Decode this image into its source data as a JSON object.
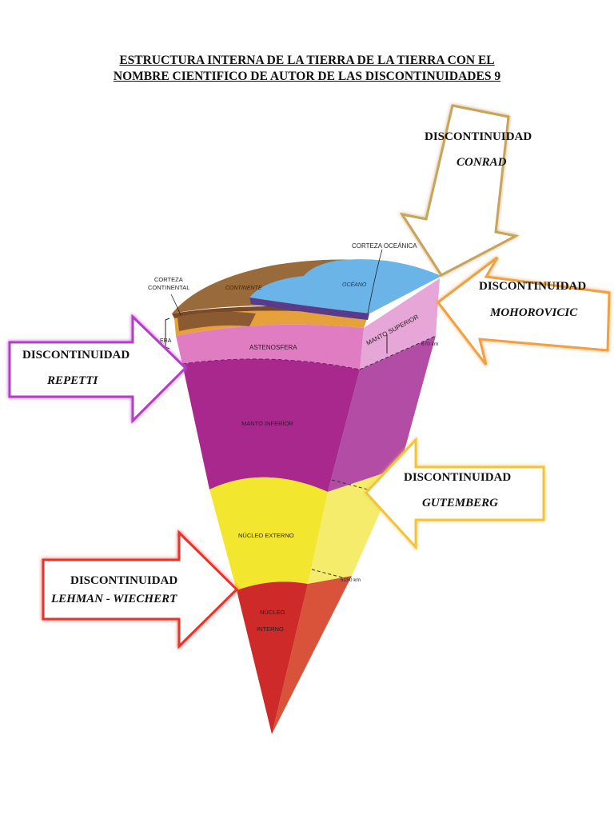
{
  "title": {
    "line1": "ESTRUCTURA INTERNA DE LA TIERRA DE LA TIERRA CON EL",
    "line2": "NOMBRE CIENTIFICO DE AUTOR DE LAS DISCONTINUIDADES 9"
  },
  "arrows": {
    "conrad": {
      "heading": "DISCONTINUIDAD",
      "name": "CONRAD",
      "color": "#c8a35a"
    },
    "mohorovicic": {
      "heading": "DISCONTINUIDAD",
      "name": "MOHOROVICIC",
      "color": "#f0a040"
    },
    "repetti": {
      "heading": "DISCONTINUIDAD",
      "name": "REPETTI",
      "color": "#b43cc8"
    },
    "gutemberg": {
      "heading": "DISCONTINUIDAD",
      "name": "GUTEMBERG",
      "color": "#f2c33a"
    },
    "lehman": {
      "heading": "DISCONTINUIDAD",
      "name": "LEHMAN - WIECHERT",
      "color": "#e8302c"
    }
  },
  "diagram_labels": {
    "corteza_oceanica": "CORTEZA OCEÁNICA",
    "corteza_continental_1": "CORTEZA",
    "corteza_continental_2": "CONTINENTAL",
    "continente": "CONTINENTE",
    "oceano": "OCÉANO",
    "astenosfera": "ASTENOSFERA",
    "manto_superior": "MANTO SUPERIOR",
    "manto_inferior": "MANTO INFERIOR",
    "nucleo_externo": "NÚCLEO EXTERNO",
    "nucleo_interno_1": "NÚCLEO",
    "nucleo_interno_2": "INTERNO",
    "depth_670": "670 km",
    "depth_5150": "5150 km",
    "litosfera_fragment": "ERA"
  },
  "colors": {
    "continent": "#9a6b3a",
    "ocean": "#6ab4e8",
    "crust": "#7a4a28",
    "orange_layer": "#e7a13a",
    "astenosfera": "#e07cc2",
    "manto_inferior": "#a8288e",
    "manto_side": "#b24ca4",
    "nucleo_externo": "#f3e62e",
    "nucleo_ext_side": "#f4ec6a",
    "nucleo_interno": "#cf2a2a",
    "nucleo_int_side": "#d9533a"
  }
}
